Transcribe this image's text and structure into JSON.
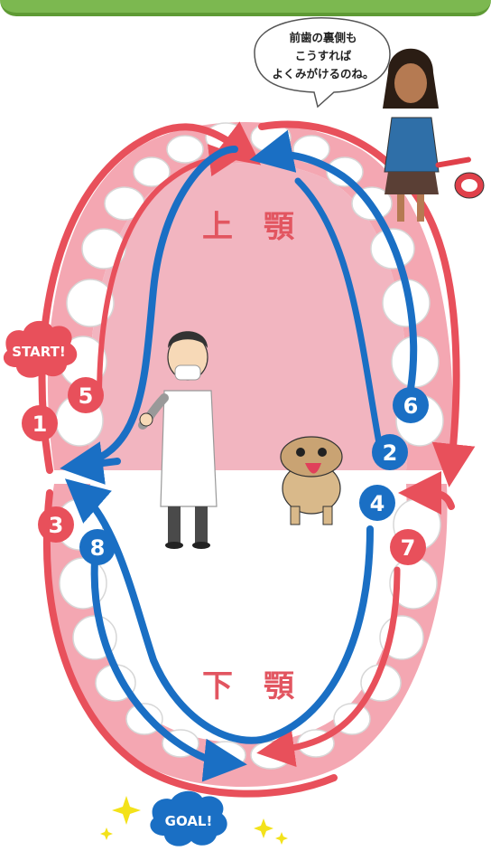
{
  "header": {
    "color": "#7cb850"
  },
  "speech_bubble": {
    "lines": [
      "前歯の裏側も",
      "こうすれば",
      "よくみがけるのね。"
    ]
  },
  "jaws": {
    "upper_label": "上　顎",
    "lower_label": "下　顎"
  },
  "badges": {
    "start": "START!",
    "goal": "GOAL!"
  },
  "steps": [
    {
      "label": "1",
      "color": "red"
    },
    {
      "label": "2",
      "color": "blue"
    },
    {
      "label": "3",
      "color": "red"
    },
    {
      "label": "4",
      "color": "blue"
    },
    {
      "label": "5",
      "color": "red"
    },
    {
      "label": "6",
      "color": "blue"
    },
    {
      "label": "7",
      "color": "red"
    },
    {
      "label": "8",
      "color": "blue"
    }
  ],
  "colors": {
    "gum": "#f4a7b2",
    "palate": "#f2b5c0",
    "red_path": "#e8505b",
    "blue_path": "#1a6fc4",
    "tooth": "#ffffff",
    "tooth_outline": "#d7d7d7"
  },
  "characters": [
    "dentist",
    "bulldog",
    "girl-with-toothbrush"
  ]
}
